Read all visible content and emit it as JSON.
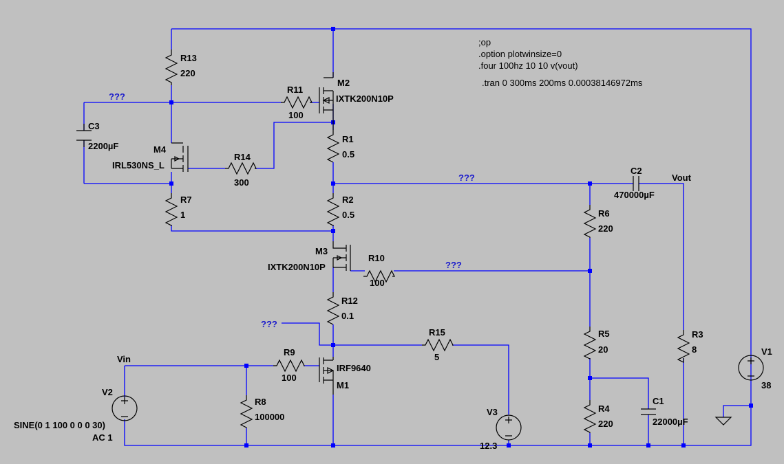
{
  "directives": [
    ";op",
    ".option plotwinsize=0",
    ".four 100hz 10 10 v(vout)"
  ],
  "tran": ".tran 0 300ms 200ms 0.00038146972ms",
  "nets": {
    "unknown": "???",
    "vin": "Vin",
    "vout": "Vout"
  },
  "components": {
    "R13": {
      "ref": "R13",
      "value": "220"
    },
    "R11": {
      "ref": "R11",
      "value": "100"
    },
    "M2": {
      "ref": "M2",
      "value": "IXTK200N10P"
    },
    "C3": {
      "ref": "C3",
      "value": "2200µF"
    },
    "M4": {
      "ref": "M4",
      "value": "IRL530NS_L"
    },
    "R14": {
      "ref": "R14",
      "value": "300"
    },
    "R1": {
      "ref": "R1",
      "value": "0.5"
    },
    "C2": {
      "ref": "C2",
      "value": "470000µF"
    },
    "R7": {
      "ref": "R7",
      "value": "1"
    },
    "R2": {
      "ref": "R2",
      "value": "0.5"
    },
    "R6": {
      "ref": "R6",
      "value": "220"
    },
    "M3": {
      "ref": "M3",
      "value": "IXTK200N10P"
    },
    "R10": {
      "ref": "R10",
      "value": "100"
    },
    "R12": {
      "ref": "R12",
      "value": "0.1"
    },
    "R15": {
      "ref": "R15",
      "value": "5"
    },
    "R5": {
      "ref": "R5",
      "value": "20"
    },
    "R3": {
      "ref": "R3",
      "value": "8"
    },
    "V1": {
      "ref": "V1",
      "value": "38"
    },
    "R9": {
      "ref": "R9",
      "value": "100"
    },
    "M1": {
      "ref": "M1",
      "value": "IRF9640"
    },
    "V2": {
      "ref": "V2",
      "value": "SINE(0 1 100 0 0 0 30)",
      "ac": "AC 1"
    },
    "R8": {
      "ref": "R8",
      "value": "100000"
    },
    "C1": {
      "ref": "C1",
      "value": "22000µF"
    },
    "R4": {
      "ref": "R4",
      "value": "220"
    },
    "V3": {
      "ref": "V3",
      "value": "12.3"
    }
  },
  "colors": {
    "background": "#c0c0c0",
    "wire": "#0000ff",
    "component": "#000000",
    "net_label": "#1a1acc"
  }
}
